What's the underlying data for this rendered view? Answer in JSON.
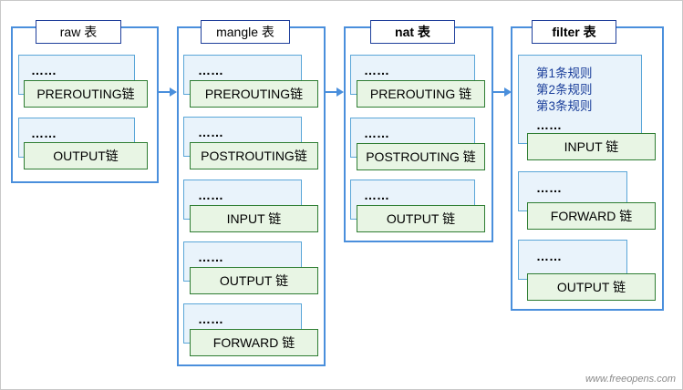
{
  "tables": [
    {
      "title": "raw 表",
      "chains": [
        {
          "dots": "……",
          "label": "PREROUTING链"
        },
        {
          "dots": "……",
          "label": "OUTPUT链"
        }
      ]
    },
    {
      "title": "mangle 表",
      "chains": [
        {
          "dots": "……",
          "label": "PREROUTING链"
        },
        {
          "dots": "……",
          "label": "POSTROUTING链"
        },
        {
          "dots": "……",
          "label": "INPUT 链"
        },
        {
          "dots": "……",
          "label": "OUTPUT 链"
        },
        {
          "dots": "……",
          "label": "FORWARD 链"
        }
      ]
    },
    {
      "title": "nat 表",
      "chains": [
        {
          "dots": "……",
          "label": "PREROUTING 链"
        },
        {
          "dots": "……",
          "label": "POSTROUTING 链"
        },
        {
          "dots": "……",
          "label": "OUTPUT 链"
        }
      ]
    },
    {
      "title": "filter 表",
      "rules": [
        "第1条规则",
        "第2条规则",
        "第3条规则"
      ],
      "chains": [
        {
          "dots": "……",
          "label": "INPUT 链"
        },
        {
          "dots": "……",
          "label": "FORWARD 链"
        },
        {
          "dots": "……",
          "label": "OUTPUT 链"
        }
      ]
    }
  ],
  "footer": "www.freeopens.com",
  "colors": {
    "table_border": "#4a8fdc",
    "chain_border": "#2e7d32",
    "chain_fill": "#e8f5e4",
    "rule_text": "#1a3e9a"
  }
}
